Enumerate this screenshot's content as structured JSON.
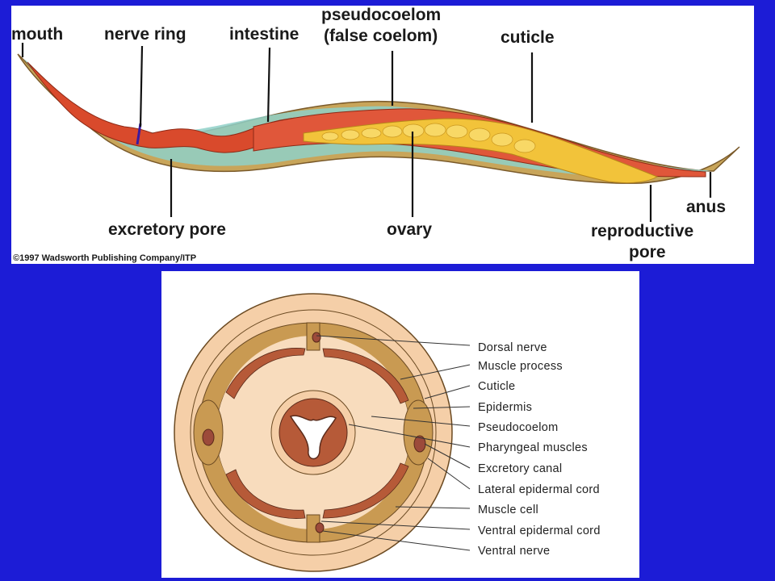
{
  "longitudinal": {
    "labels": {
      "mouth": "mouth",
      "nerve_ring": "nerve ring",
      "intestine": "intestine",
      "pseudocoelom_1": "pseudocoelom",
      "pseudocoelom_2": "(false coelom)",
      "cuticle": "cuticle",
      "excretory_pore": "excretory pore",
      "ovary": "ovary",
      "anus": "anus",
      "reproductive_pore_1": "reproductive",
      "reproductive_pore_2": "pore"
    },
    "copyright": "©1997 Wadsworth Publishing Company/ITP"
  },
  "cross_section": {
    "labels": {
      "dorsal_nerve": "Dorsal nerve",
      "muscle_process": "Muscle process",
      "cuticle": "Cuticle",
      "epidermis": "Epidermis",
      "pseudocoelom": "Pseudocoelom",
      "pharyngeal_muscles": "Pharyngeal muscles",
      "excretory_canal": "Excretory canal",
      "lateral_epidermal_cord": "Lateral epidermal cord",
      "muscle_cell": "Muscle cell",
      "ventral_epidermal_cord": "Ventral epidermal cord",
      "ventral_nerve": "Ventral nerve"
    }
  },
  "colors": {
    "background": "#1c1cd6",
    "body_outer": "#c8a55a",
    "body_inner": "#8fd0c8",
    "intestine": "#d94a2c",
    "ovary": "#f2c33a",
    "cross_tissue": "#f5cfa8",
    "cross_wall": "#c99a52",
    "muscle": "#b65a38"
  }
}
